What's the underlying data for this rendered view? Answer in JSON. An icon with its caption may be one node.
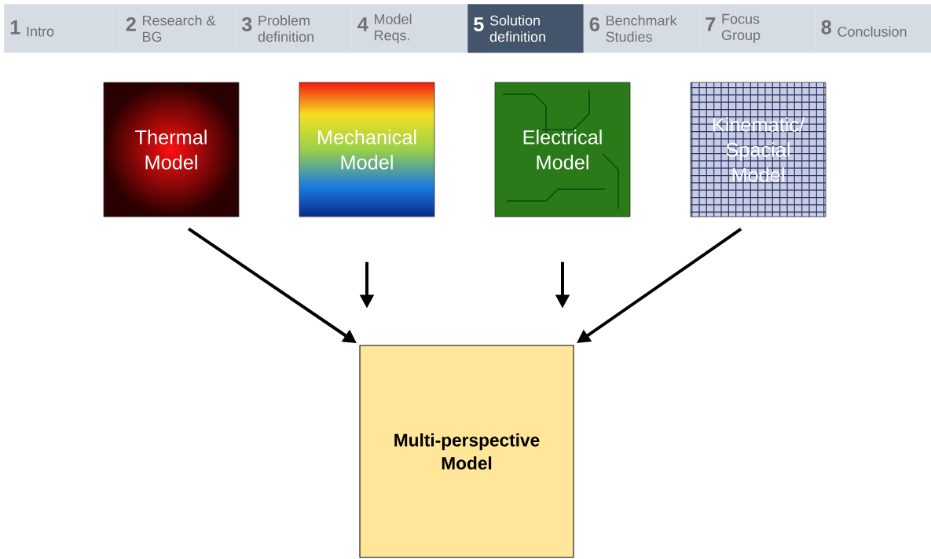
{
  "diagram": {
    "nodes": [
      {
        "text": [
          "1",
          "Intro"
        ]
      },
      {
        "text": [
          "2",
          "Research & BG"
        ]
      },
      {
        "text": [
          "3",
          "Problem definition"
        ]
      },
      {
        "text": [
          "4",
          "Model Reqs."
        ]
      },
      {
        "text": [
          "5",
          "Solution definition"
        ]
      },
      {
        "text": [
          "6",
          "Benchmark Studies"
        ]
      },
      {
        "text": [
          "7",
          "Focus Group"
        ]
      },
      {
        "text": [
          "8",
          "Conclusion"
        ]
      },
      {
        "text": [
          "Thermal Model"
        ]
      },
      {
        "text": [
          "Mechanical Model"
        ]
      },
      {
        "text": [
          "Electrical Model"
        ]
      },
      {
        "text": [
          "Kinematic/ Spacial Model"
        ]
      },
      {
        "text": [
          "Multi-perspective Model"
        ]
      }
    ],
    "edges": [
      {
        "from": 8,
        "to": 12,
        "arrow": "to"
      },
      {
        "from": 9,
        "to": 12,
        "arrow": "to"
      },
      {
        "from": 10,
        "to": 12,
        "arrow": "to"
      },
      {
        "from": 11,
        "to": 12,
        "arrow": "to"
      }
    ]
  }
}
